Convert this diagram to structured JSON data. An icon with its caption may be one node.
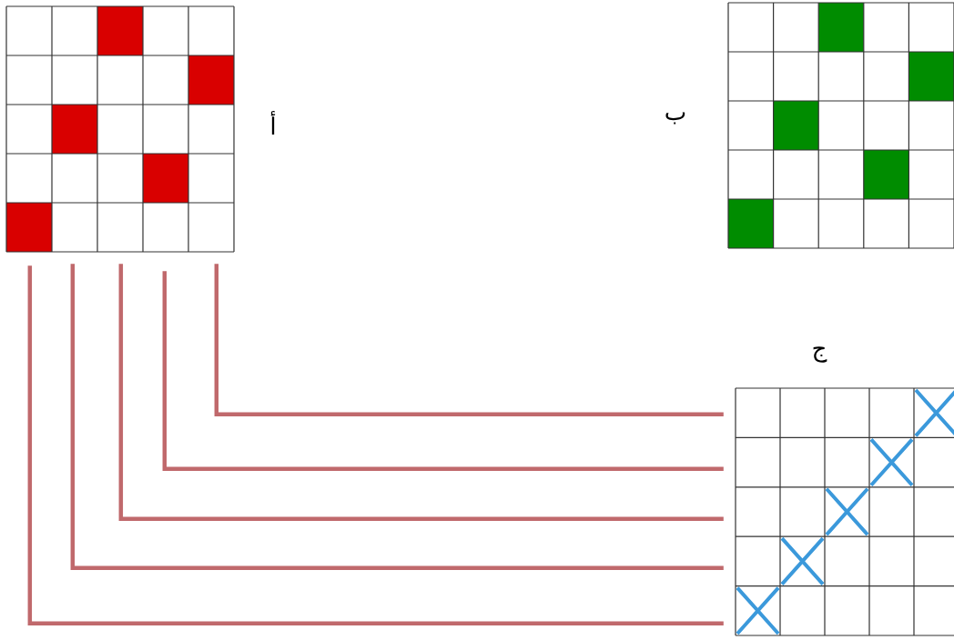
{
  "diagram": {
    "nodes": [
      {
        "text": [
          "أ"
        ]
      },
      {
        "text": [
          "ب"
        ]
      },
      {
        "text": [
          "ج"
        ]
      }
    ],
    "edges": [
      {
        "from": 0,
        "to": 2,
        "arrow": "none",
        "color": "#c0696c"
      },
      {
        "from": 0,
        "to": 2,
        "arrow": "none",
        "color": "#c0696c"
      },
      {
        "from": 0,
        "to": 2,
        "arrow": "none",
        "color": "#c0696c"
      },
      {
        "from": 0,
        "to": 2,
        "arrow": "none",
        "color": "#c0696c"
      },
      {
        "from": 0,
        "to": 2,
        "arrow": "none",
        "color": "#c0696c"
      }
    ]
  }
}
